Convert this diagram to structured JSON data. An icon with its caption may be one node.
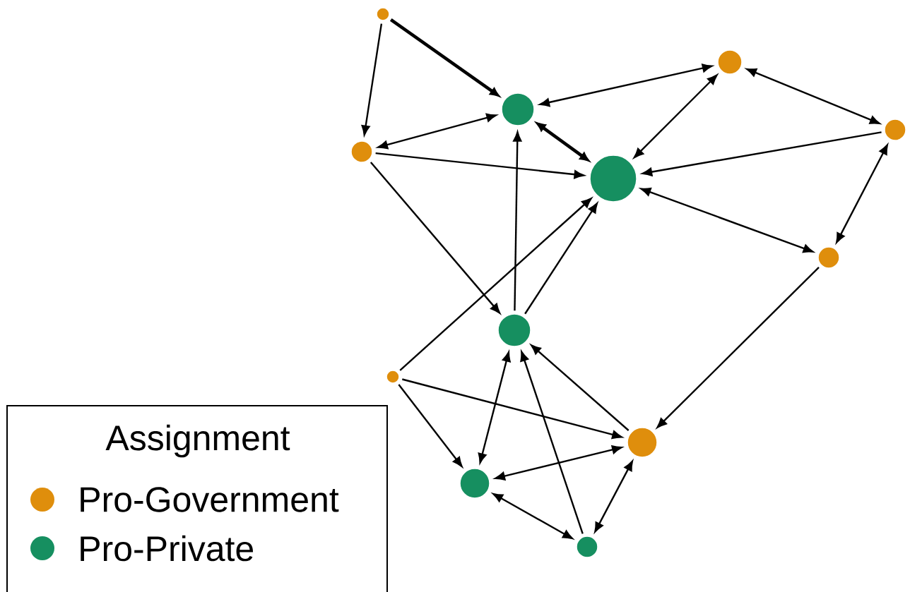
{
  "diagram": {
    "nodes": [
      {
        "text": [],
        "shape": "circle"
      },
      {
        "text": [],
        "shape": "circle"
      },
      {
        "text": [],
        "shape": "circle"
      },
      {
        "text": [],
        "shape": "circle"
      },
      {
        "text": [],
        "shape": "circle"
      },
      {
        "text": [],
        "shape": "circle"
      },
      {
        "text": [],
        "shape": "circle"
      },
      {
        "text": [],
        "shape": "circle"
      },
      {
        "text": [],
        "shape": "circle"
      },
      {
        "text": [],
        "shape": "circle"
      },
      {
        "text": [],
        "shape": "circle"
      },
      {
        "text": [],
        "shape": "circle"
      }
    ],
    "edges": [
      {
        "from": 0,
        "to": 2,
        "arrow": "to",
        "style": "thick"
      },
      {
        "from": 0,
        "to": 4,
        "arrow": "to"
      },
      {
        "from": 2,
        "to": 4,
        "arrow": "both"
      },
      {
        "from": 4,
        "to": 5,
        "arrow": "to"
      },
      {
        "from": 4,
        "to": 7,
        "arrow": "to"
      },
      {
        "from": 2,
        "to": 1,
        "arrow": "both"
      },
      {
        "from": 2,
        "to": 5,
        "arrow": "both",
        "style": "thick"
      },
      {
        "from": 1,
        "to": 5,
        "arrow": "both"
      },
      {
        "from": 1,
        "to": 3,
        "arrow": "both"
      },
      {
        "from": 3,
        "to": 5,
        "arrow": "to"
      },
      {
        "from": 3,
        "to": 6,
        "arrow": "both"
      },
      {
        "from": 5,
        "to": 6,
        "arrow": "both"
      },
      {
        "from": 7,
        "to": 2,
        "arrow": "to"
      },
      {
        "from": 7,
        "to": 5,
        "arrow": "to"
      },
      {
        "from": 8,
        "to": 5,
        "arrow": "to"
      },
      {
        "from": 8,
        "to": 9,
        "arrow": "to"
      },
      {
        "from": 8,
        "to": 10,
        "arrow": "to"
      },
      {
        "from": 6,
        "to": 9,
        "arrow": "to"
      },
      {
        "from": 9,
        "to": 7,
        "arrow": "to"
      },
      {
        "from": 7,
        "to": 10,
        "arrow": "both"
      },
      {
        "from": 11,
        "to": 7,
        "arrow": "to"
      },
      {
        "from": 10,
        "to": 9,
        "arrow": "both"
      },
      {
        "from": 10,
        "to": 11,
        "arrow": "both"
      },
      {
        "from": 9,
        "to": 11,
        "arrow": "both"
      }
    ],
    "labels": [
      "Assignment"
    ],
    "legend": [
      {
        "text": "Pro-Government",
        "color": "#df8e0c"
      },
      {
        "text": "Pro-Private",
        "color": "#168f60"
      }
    ]
  }
}
